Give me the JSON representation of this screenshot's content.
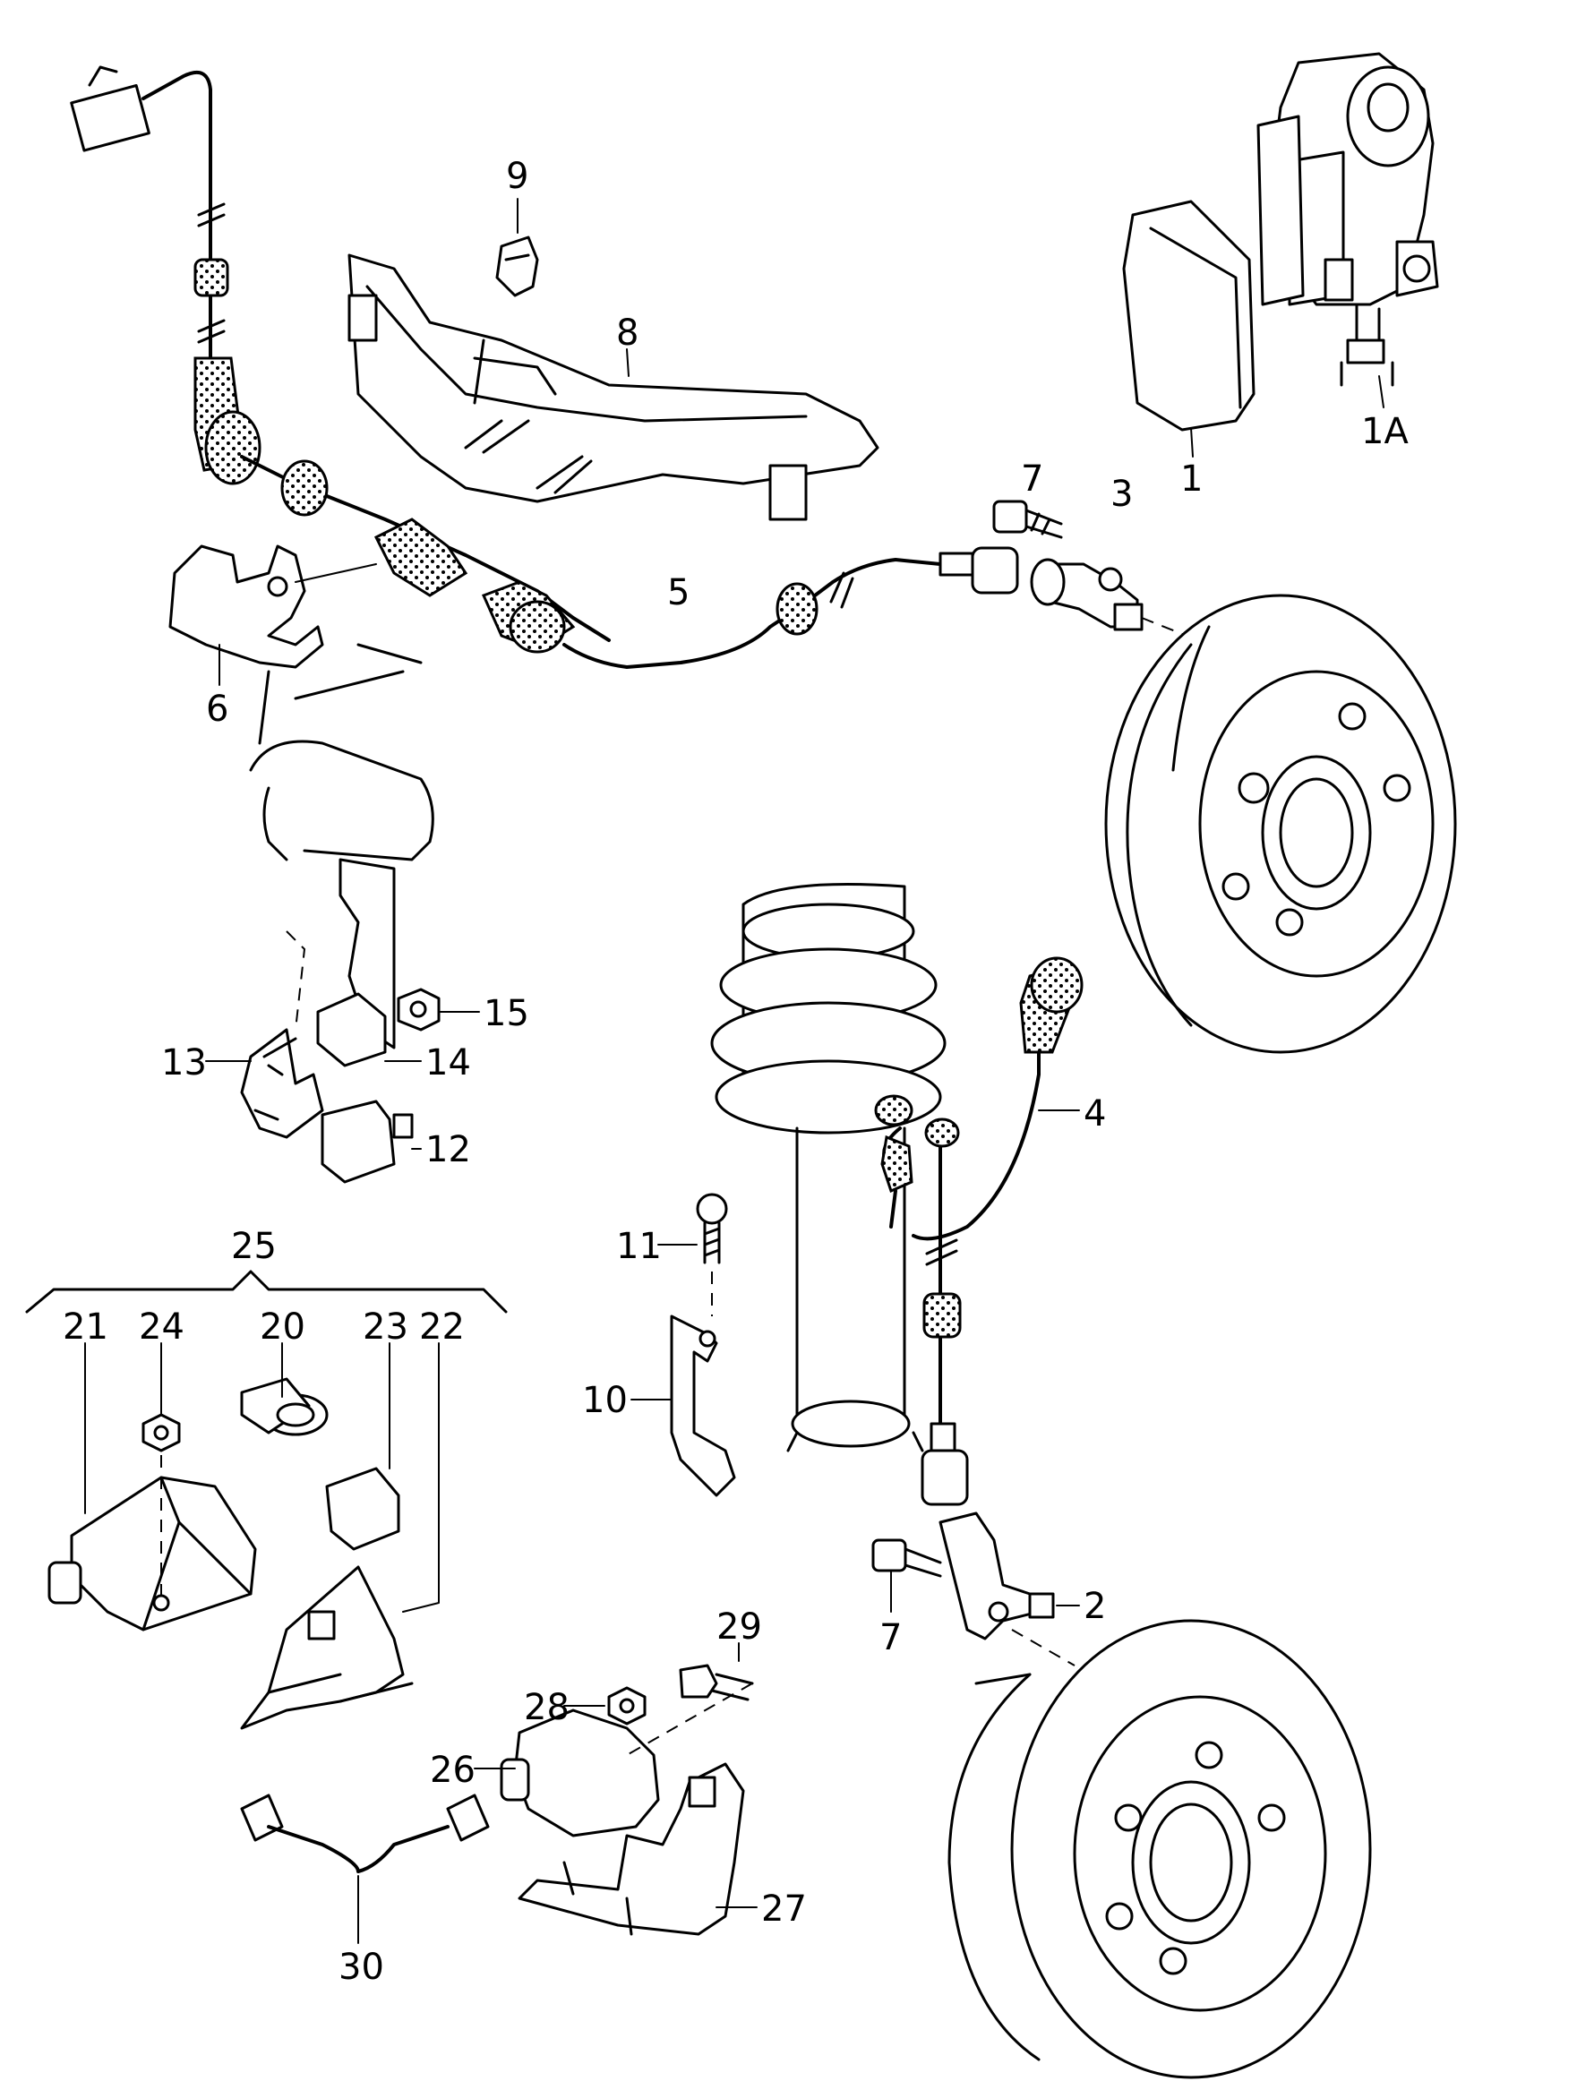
{
  "callouts": {
    "c1": "1",
    "c1a": "1A",
    "c2": "2",
    "c3": "3",
    "c4": "4",
    "c5": "5",
    "c6": "6",
    "c7a": "7",
    "c7b": "7",
    "c8": "8",
    "c9": "9",
    "c10": "10",
    "c11": "11",
    "c12": "12",
    "c13": "13",
    "c14": "14",
    "c15": "15",
    "c20": "20",
    "c21": "21",
    "c22": "22",
    "c23": "23",
    "c24": "24",
    "c25": "25",
    "c26": "26",
    "c27": "27",
    "c28": "28",
    "c29": "29",
    "c30": "30"
  }
}
